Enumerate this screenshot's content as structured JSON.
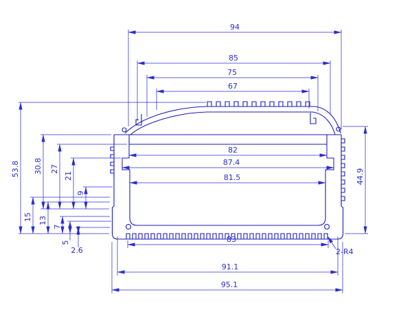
{
  "drawing_labels": {
    "horizontal": {
      "w94": "94",
      "w85": "85",
      "w75": "75",
      "w67": "67",
      "w82": "82",
      "w87_4": "87.4",
      "w81_5": "81.5",
      "w83": "83",
      "w91_1": "91.1",
      "w95_1": "95.1"
    },
    "vertical_left": {
      "h53_8": "53.8",
      "h30_8": "30.8",
      "h27": "27",
      "h21": "21",
      "h9": "9",
      "h15": "15",
      "h13": "13",
      "h7": "7",
      "h5": "5",
      "h2_6": "2.6"
    },
    "vertical_right": {
      "h44_9": "44.9"
    },
    "annotations": {
      "corner_radius": "2-R4"
    }
  },
  "colors": {
    "dimension_line": "#2b2bd4",
    "profile_line": "#1818c0",
    "background": "#ffffff"
  }
}
